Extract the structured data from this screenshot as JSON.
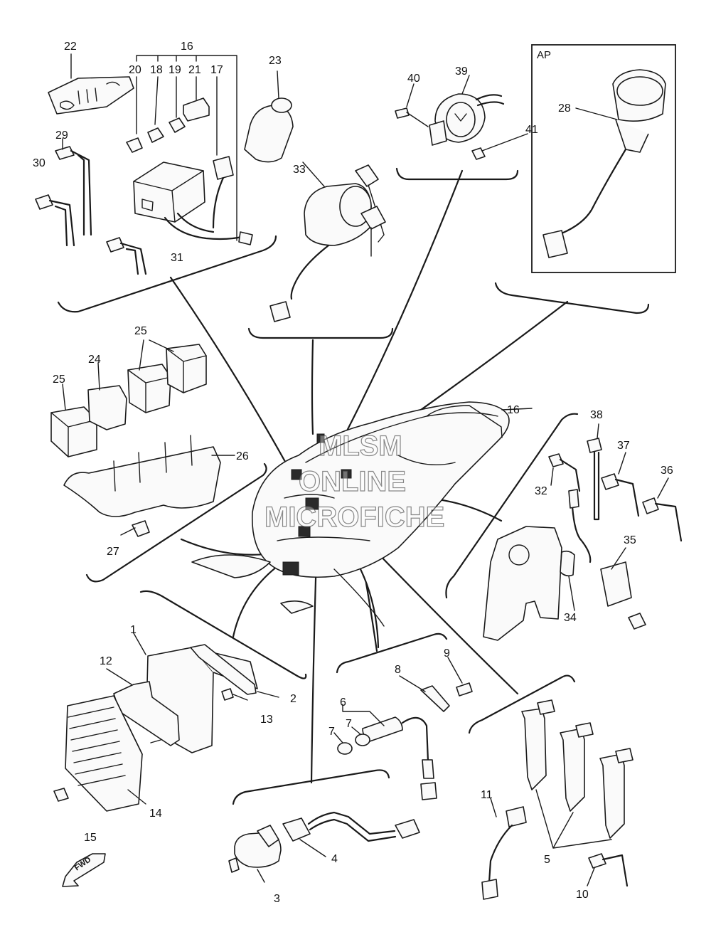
{
  "diagram": {
    "box_label": "AP",
    "fwd_label": "FWD",
    "watermark": [
      "MLSM",
      "ONLINE",
      "MICROFICHE"
    ],
    "callouts": [
      "1",
      "2",
      "3",
      "4",
      "5",
      "6",
      "7",
      "7",
      "8",
      "9",
      "10",
      "11",
      "12",
      "13",
      "14",
      "15",
      "16",
      "16",
      "17",
      "18",
      "19",
      "20",
      "21",
      "22",
      "23",
      "24",
      "25",
      "25",
      "26",
      "27",
      "28",
      "29",
      "30",
      "31",
      "32",
      "33",
      "34",
      "35",
      "36",
      "37",
      "38",
      "39",
      "40",
      "41"
    ]
  }
}
